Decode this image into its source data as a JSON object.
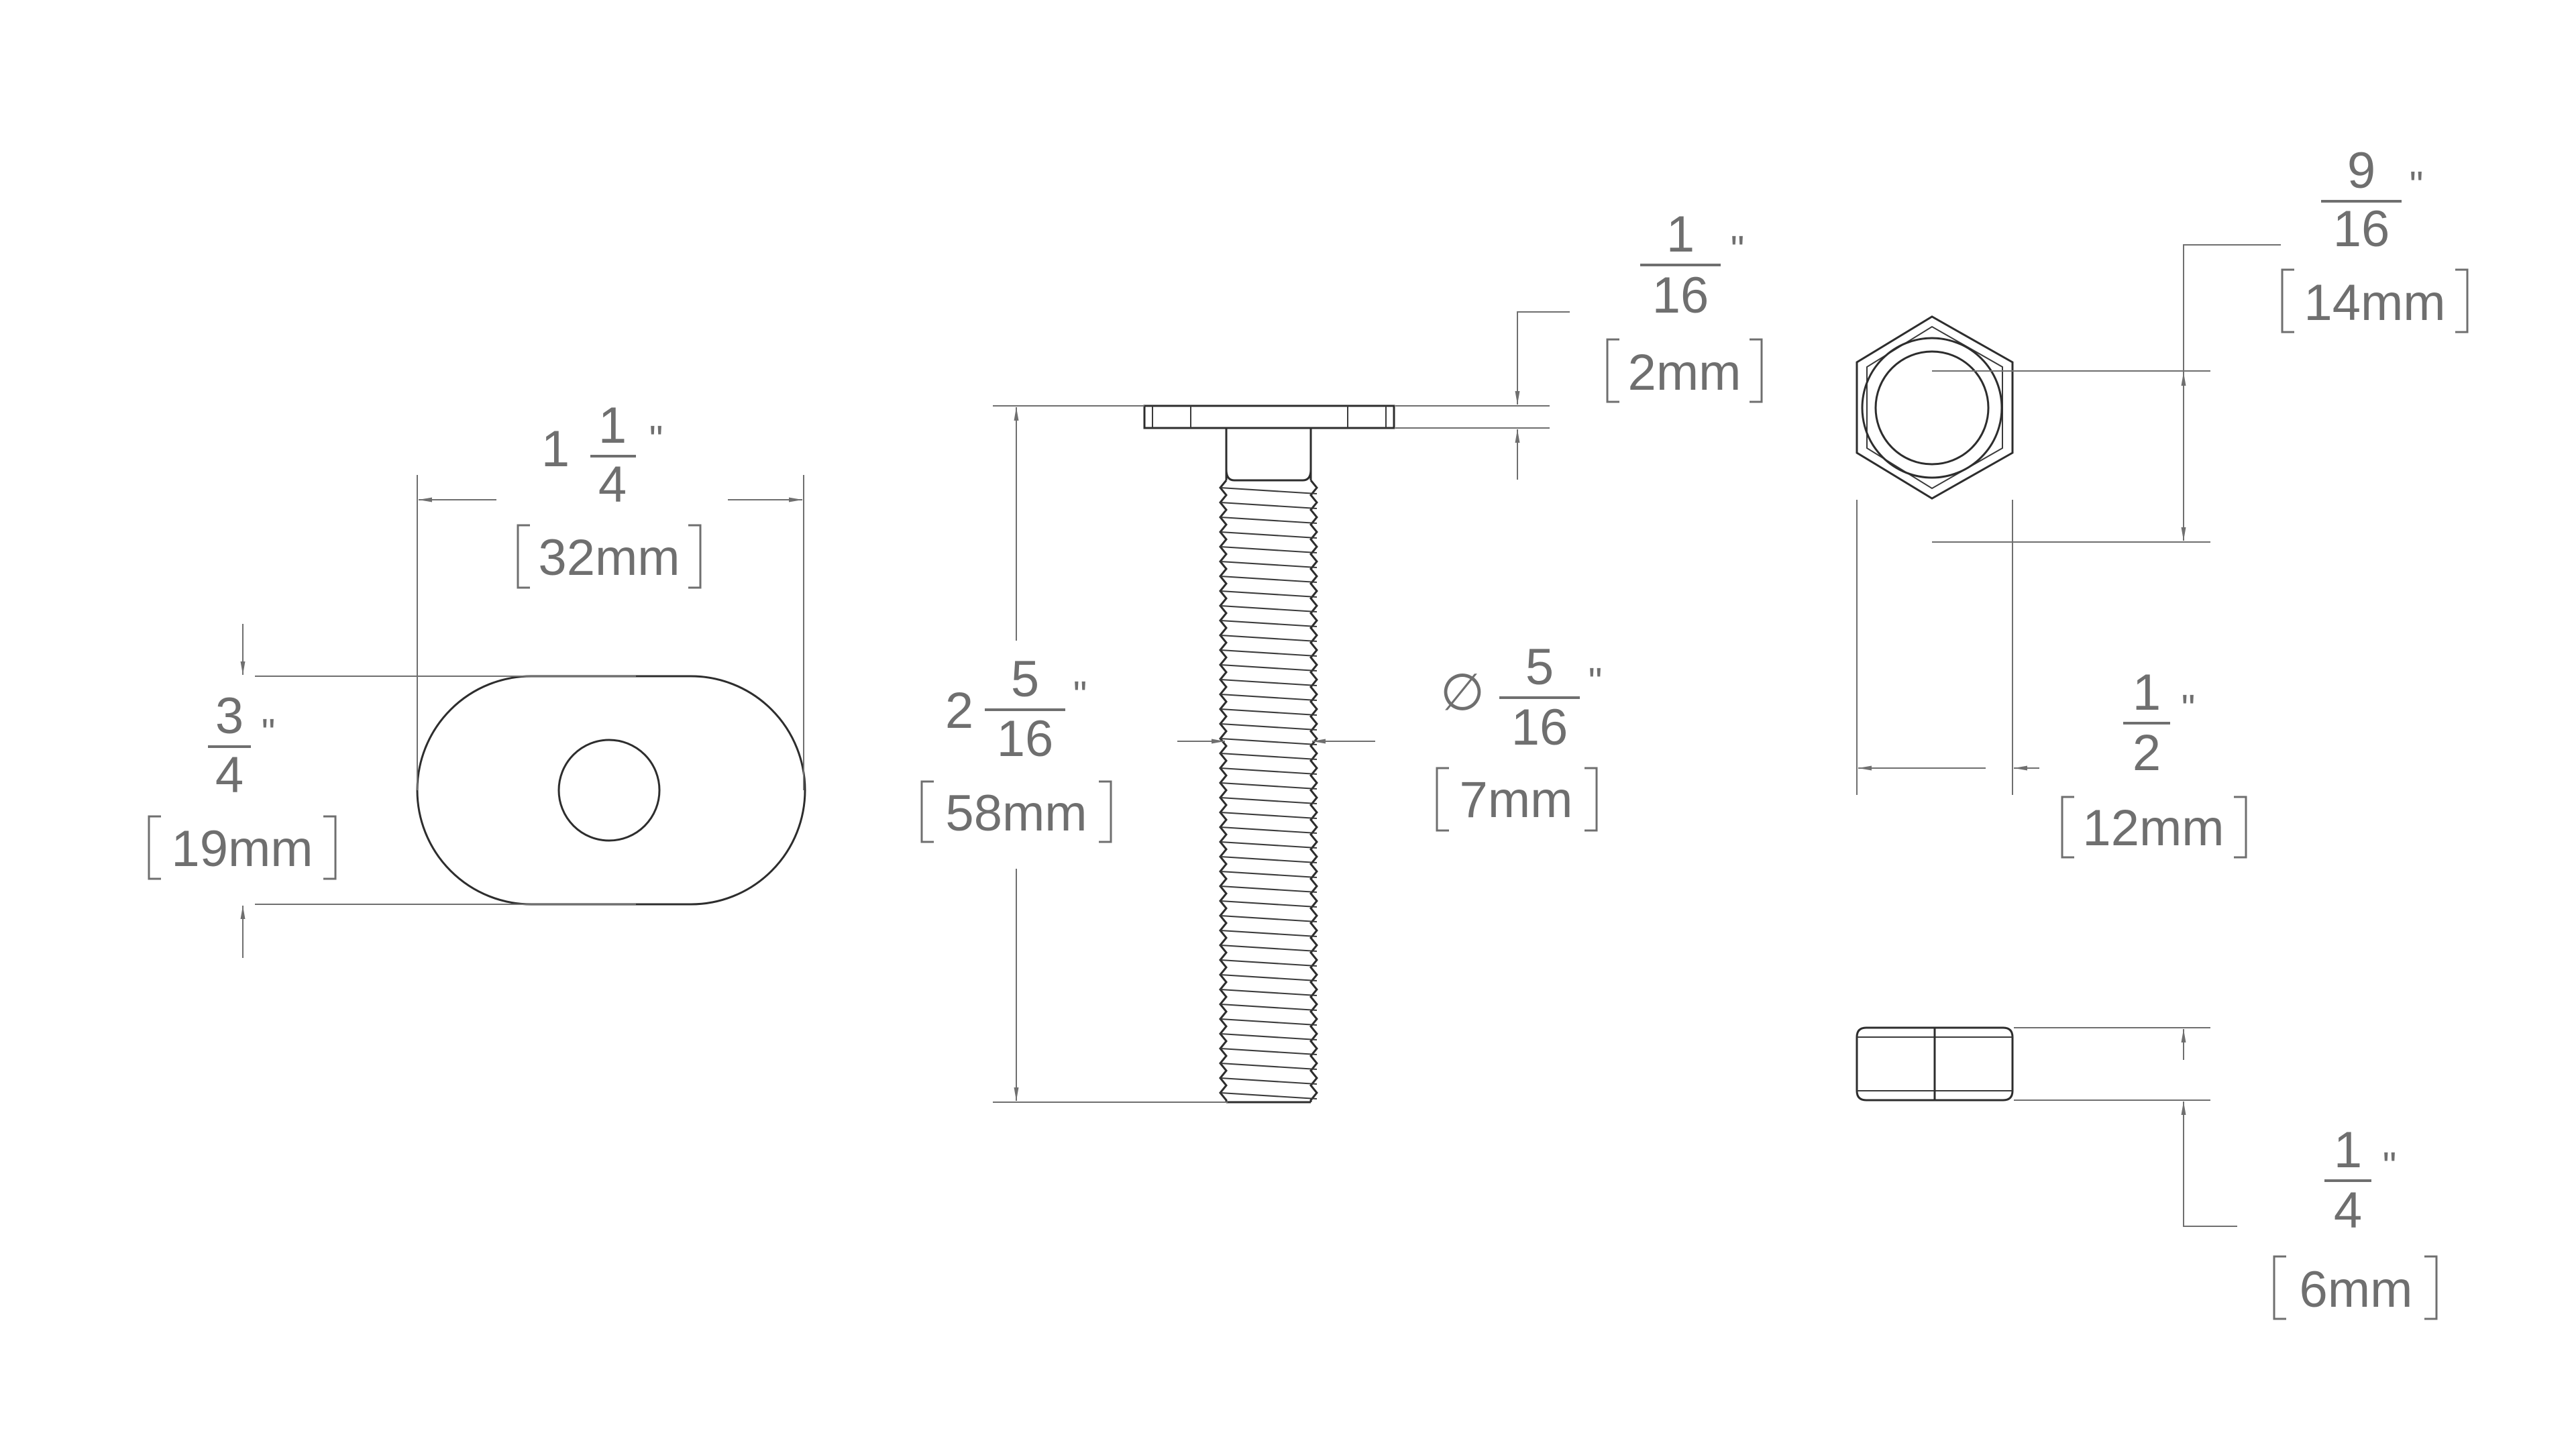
{
  "dimensions": {
    "plate_width": {
      "whole": "1",
      "num": "1",
      "den": "4",
      "inch": "\"",
      "metric": "32mm"
    },
    "plate_height": {
      "num": "3",
      "den": "4",
      "inch": "\"",
      "metric": "19mm"
    },
    "head_thickness": {
      "num": "1",
      "den": "16",
      "inch": "\"",
      "metric": "2mm"
    },
    "bolt_length": {
      "whole": "2",
      "num": "5",
      "den": "16",
      "inch": "\"",
      "metric": "58mm"
    },
    "thread_diameter": {
      "symbol": "∅",
      "num": "5",
      "den": "16",
      "inch": "\"",
      "metric": "7mm"
    },
    "nut_across_corners": {
      "num": "9",
      "den": "16",
      "inch": "\"",
      "metric": "14mm"
    },
    "nut_across_flats": {
      "num": "1",
      "den": "2",
      "inch": "\"",
      "metric": "12mm"
    },
    "nut_thickness": {
      "num": "1",
      "den": "4",
      "inch": "\"",
      "metric": "6mm"
    }
  },
  "colors": {
    "part_line": "#2d2d2d",
    "annotation": "#6f6f6f",
    "background": "#ffffff"
  }
}
